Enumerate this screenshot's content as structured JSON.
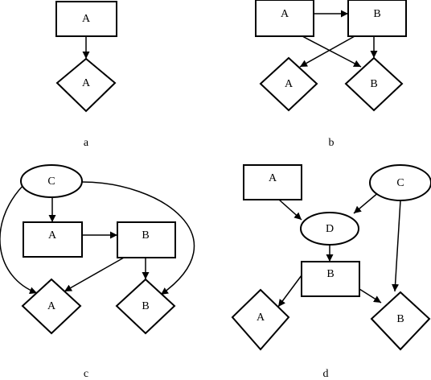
{
  "panels": {
    "a": {
      "caption": "a",
      "box_a": "A",
      "diamond_a": "A"
    },
    "b": {
      "caption": "b",
      "box_a": "A",
      "box_b": "B",
      "diamond_a": "A",
      "diamond_b": "B"
    },
    "c": {
      "caption": "c",
      "oval_c": "C",
      "box_a": "A",
      "box_b": "B",
      "diamond_a": "A",
      "diamond_b": "B"
    },
    "d": {
      "caption": "d",
      "box_a": "A",
      "oval_c": "C",
      "oval_d": "D",
      "box_b": "B",
      "diamond_a": "A",
      "diamond_b": "B"
    }
  },
  "colors": {
    "stroke": "#000000",
    "fill": "#ffffff",
    "background": "#ffffff"
  }
}
